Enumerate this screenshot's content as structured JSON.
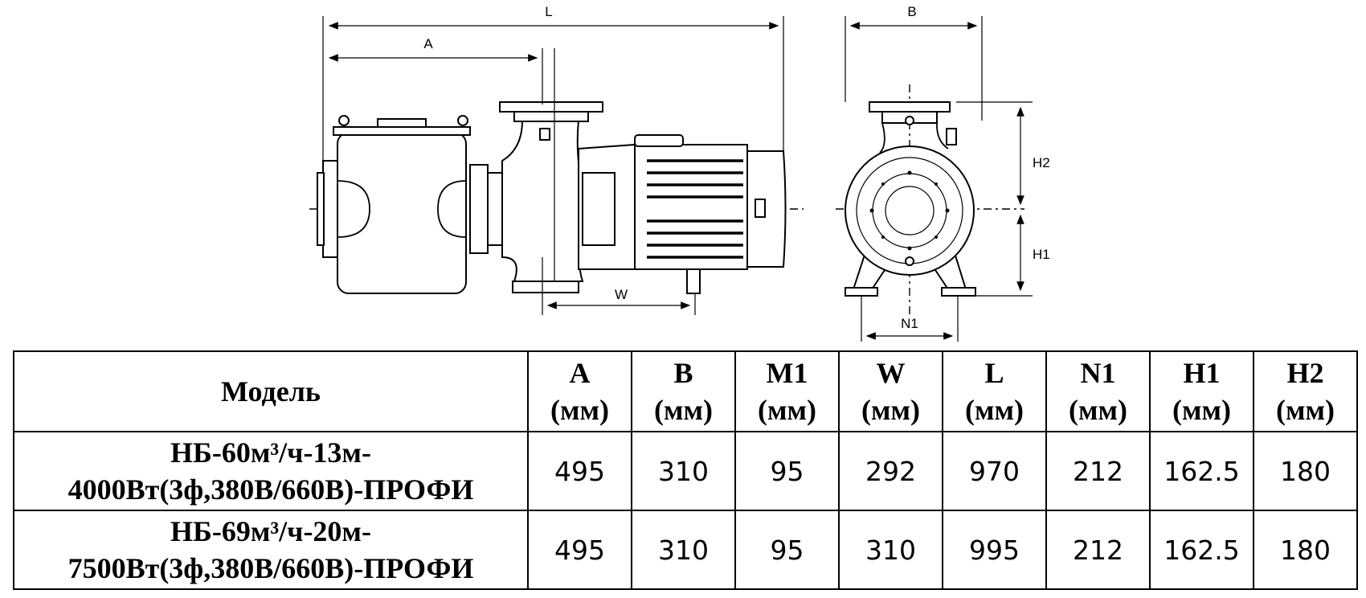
{
  "diagram": {
    "labels": {
      "L": "L",
      "A": "A",
      "W": "W",
      "B": "B",
      "H2": "H2",
      "H1": "H1",
      "N1": "N1"
    }
  },
  "table": {
    "model_header": "Модель",
    "columns": [
      {
        "name": "A",
        "unit": "(мм)"
      },
      {
        "name": "B",
        "unit": "(мм)"
      },
      {
        "name": "M1",
        "unit": "(мм)"
      },
      {
        "name": "W",
        "unit": "(мм)"
      },
      {
        "name": "L",
        "unit": "(мм)"
      },
      {
        "name": "N1",
        "unit": "(мм)"
      },
      {
        "name": "H1",
        "unit": "(мм)"
      },
      {
        "name": "H2",
        "unit": "(мм)"
      }
    ],
    "rows": [
      {
        "model_line1": "НБ-60м³/ч-13м-",
        "model_line2": "4000Вт(3ф,380В/660В)-ПРОФИ",
        "values": [
          "495",
          "310",
          "95",
          "292",
          "970",
          "212",
          "162.5",
          "180"
        ]
      },
      {
        "model_line1": "НБ-69м³/ч-20м-",
        "model_line2": "7500Вт(3ф,380В/660В)-ПРОФИ",
        "values": [
          "495",
          "310",
          "95",
          "310",
          "995",
          "212",
          "162.5",
          "180"
        ]
      }
    ]
  }
}
